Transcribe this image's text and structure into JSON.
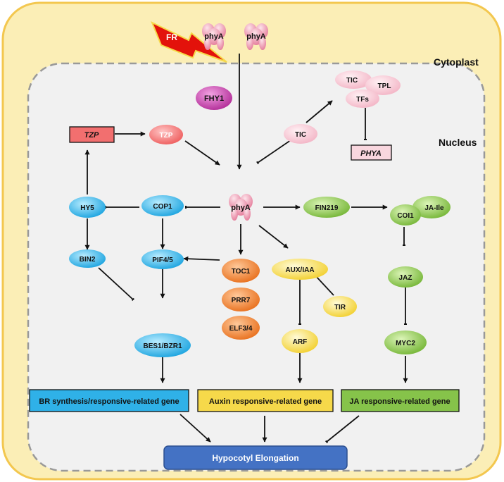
{
  "compartments": {
    "cytoplast": "Cytoplast",
    "nucleus": "Nucleus"
  },
  "signal": {
    "far_red": "FR"
  },
  "nodes": {
    "phyA_top_1": "phyA",
    "phyA_top_2": "phyA",
    "fhy1": "FHY1",
    "tic_complex": "TIC",
    "tpl": "TPL",
    "tfs": "TFs",
    "phya_gene": "PHYA",
    "tzp_gene": "TZP",
    "tzp": "TZP",
    "tic": "TIC",
    "hy5": "HY5",
    "cop1": "COP1",
    "phyA_center": "phyA",
    "fin219": "FIN219",
    "coi1": "COI1",
    "ja_ile": "JA-Ile",
    "bin2": "BIN2",
    "pif45": "PIF4/5",
    "toc1": "TOC1",
    "prr7": "PRR7",
    "elf34": "ELF3/4",
    "aux_iaa": "AUX/IAA",
    "tir": "TIR",
    "jaz": "JAZ",
    "arf": "ARF",
    "myc2": "MYC2",
    "bes1_bzr1": "BES1/BZR1"
  },
  "genes": {
    "br": "BR synthesis/responsive-related gene",
    "auxin": "Auxin responsive-related gene",
    "ja": "JA responsive-related gene"
  },
  "output": {
    "hypocotyl": "Hypocotyl Elongation"
  },
  "colors": {
    "cytoplast_fill": "#fbeeb6",
    "cytoplast_stroke": "#f3c74f",
    "nucleus_fill": "#f1f1f1",
    "blue": "#2fb1e8",
    "green": "#86c34a",
    "orange": "#ee7d2a",
    "yellow": "#f6d94a",
    "pink": "#f2a4b8",
    "light_pink": "#f8d6de",
    "red": "#f26f6f",
    "magenta": "#c23ba6",
    "output": "#4472c4",
    "lightning": "#e3120b"
  }
}
